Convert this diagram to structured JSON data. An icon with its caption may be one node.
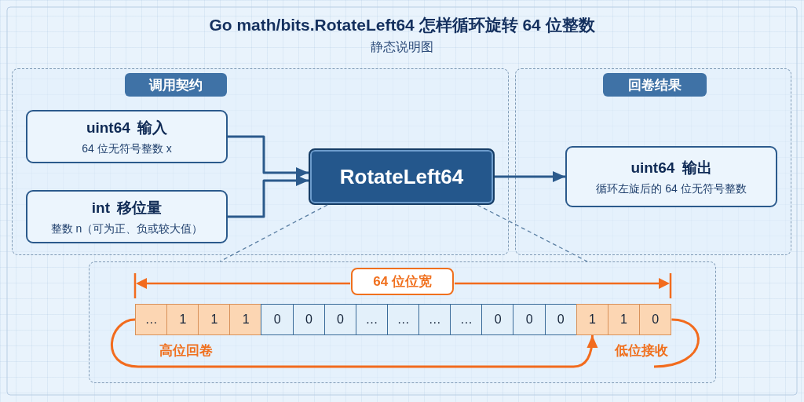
{
  "diagram": {
    "title": "Go math/bits.RotateLeft64 怎样循环旋转 64 位整数",
    "nodes": [
      {
        "text": [
          "调用契约"
        ]
      },
      {
        "text": [
          "uint64 输入",
          "64 位无符号整数 x"
        ],
        "in": 0
      },
      {
        "text": [
          "int 移位量",
          "整数 n（可为正、负或较大值）"
        ],
        "in": 0
      },
      {
        "text": [
          "RotateLeft64"
        ],
        "in": 0
      },
      {
        "text": [
          "回卷结果"
        ]
      },
      {
        "text": [
          "uint64 输出",
          "循环左旋后的 64 位无符号整数"
        ],
        "in": 4
      },
      {
        "text": [],
        "shape": "box"
      },
      {
        "text": [
          "…"
        ],
        "in": 6
      },
      {
        "text": [
          "1"
        ],
        "in": 6
      },
      {
        "text": [
          "1"
        ],
        "in": 6
      },
      {
        "text": [
          "1"
        ],
        "in": 6
      },
      {
        "text": [
          "0"
        ],
        "in": 6
      },
      {
        "text": [
          "0"
        ],
        "in": 6
      },
      {
        "text": [
          "0"
        ],
        "in": 6
      },
      {
        "text": [
          "…"
        ],
        "in": 6
      },
      {
        "text": [
          "…"
        ],
        "in": 6
      },
      {
        "text": [
          "…"
        ],
        "in": 6
      },
      {
        "text": [
          "…"
        ],
        "in": 6
      },
      {
        "text": [
          "0"
        ],
        "in": 6
      },
      {
        "text": [
          "0"
        ],
        "in": 6
      },
      {
        "text": [
          "0"
        ],
        "in": 6
      },
      {
        "text": [
          "1"
        ],
        "in": 6
      },
      {
        "text": [
          "1"
        ],
        "in": 6
      },
      {
        "text": [
          "0"
        ],
        "in": 6
      },
      {
        "text": [
          "64 位位宽"
        ],
        "in": 6
      }
    ],
    "edges": [
      {
        "from": 1,
        "to": 3,
        "arrow": "to"
      },
      {
        "from": 2,
        "to": 3,
        "arrow": "to"
      },
      {
        "from": 3,
        "to": 5,
        "arrow": "to"
      },
      {
        "from": 3,
        "to": 6,
        "arrow": "none",
        "style": "dashed",
        "color": "#5b7fa3"
      },
      {
        "from": 3,
        "to": 6,
        "arrow": "none",
        "style": "dashed",
        "color": "#5b7fa3"
      },
      {
        "from": 7,
        "to": 21,
        "arrow": "to",
        "color": "#f26b1d"
      },
      {
        "from": 23,
        "to": null,
        "arrow": "none",
        "color": "#f26b1d"
      }
    ],
    "labels": [
      "静态说明图",
      "高位回卷",
      "低位接收"
    ]
  }
}
